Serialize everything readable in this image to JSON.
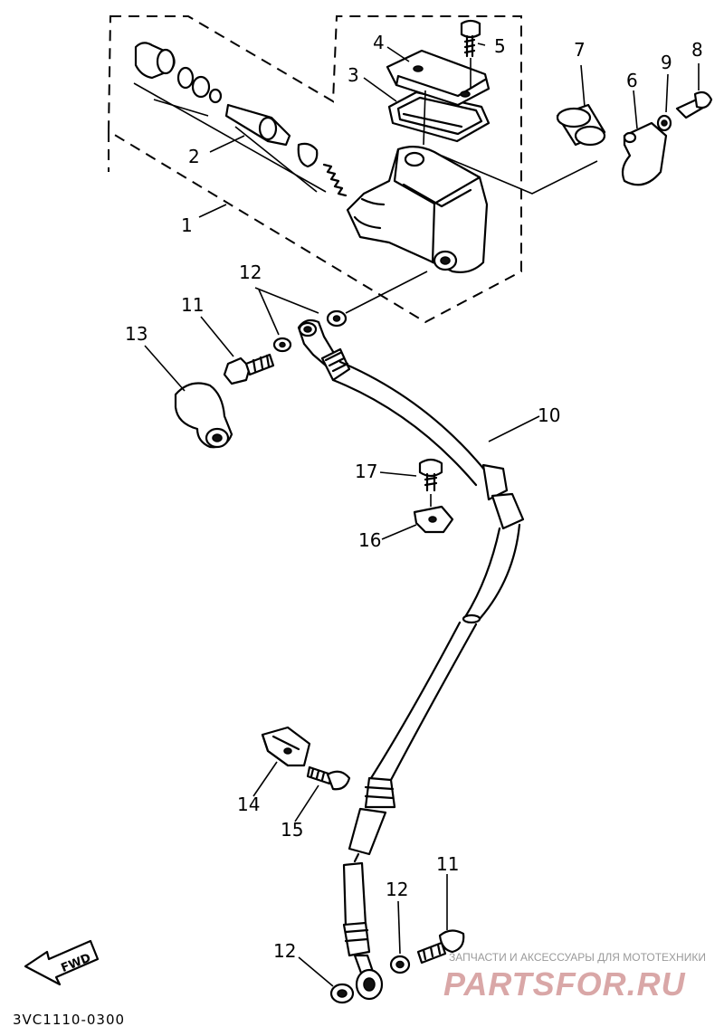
{
  "callouts": {
    "c1": "1",
    "c2": "2",
    "c3": "3",
    "c4": "4",
    "c5": "5",
    "c6": "6",
    "c7": "7",
    "c8": "8",
    "c9": "9",
    "c10": "10",
    "c11a": "11",
    "c11b": "11",
    "c12a": "12",
    "c12b": "12",
    "c12c": "12",
    "c13": "13",
    "c14": "14",
    "c15": "15",
    "c16": "16",
    "c17": "17"
  },
  "diagram_code": "3VC1110-0300",
  "fwd_label": "FWD",
  "watermark": {
    "tagline": "ЗАПЧАСТИ И АКСЕССУАРЫ ДЛЯ МОТОТЕХНИКИ",
    "brand": "PARTSFOR.RU"
  }
}
